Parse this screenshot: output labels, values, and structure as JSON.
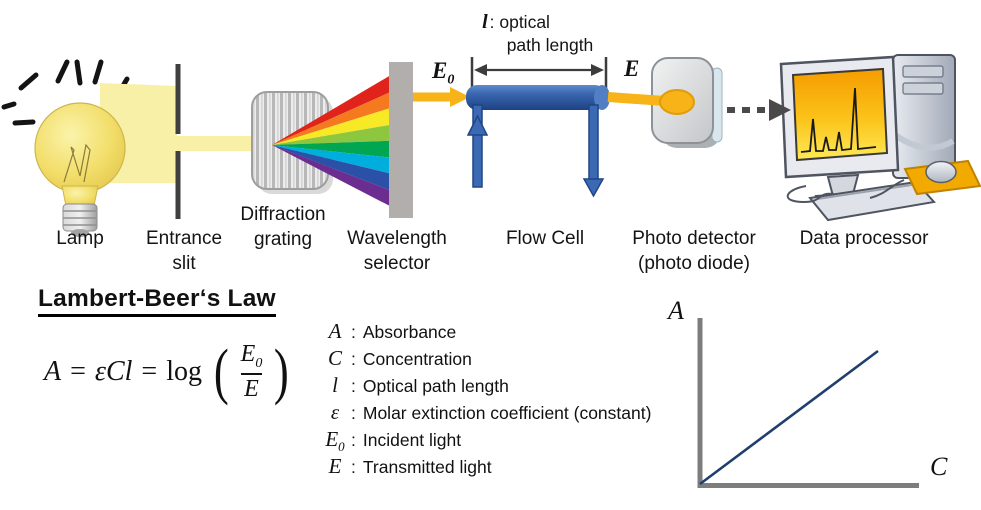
{
  "apparatus": {
    "labels": [
      {
        "line1": "Lamp",
        "line2": ""
      },
      {
        "line1": "Entrance",
        "line2": "slit"
      },
      {
        "line1": "Diffraction",
        "line2": "grating"
      },
      {
        "line1": "Wavelength",
        "line2": "selector"
      },
      {
        "line1": "Flow Cell",
        "line2": ""
      },
      {
        "line1": "Photo detector",
        "line2": "(photo diode)"
      },
      {
        "line1": "Data processor",
        "line2": ""
      }
    ],
    "incident_symbol": "E",
    "incident_sub": "0",
    "transmitted_symbol": "E",
    "path_length_symbol": "l",
    "path_length_line1": ": optical",
    "path_length_line2": "path length"
  },
  "law": {
    "heading": "Lambert-Beer‘s Law",
    "formula": {
      "lhs": "A",
      "equals": "=",
      "rhs1": "εCl",
      "log": "log",
      "open_paren": "(",
      "numerator": "E",
      "numerator_sub": "0",
      "denominator": "E",
      "close_paren": ")"
    },
    "legend": [
      {
        "symbol": "A",
        "sub": "",
        "sep": ":",
        "desc": "Absorbance"
      },
      {
        "symbol": "C",
        "sub": "",
        "sep": ":",
        "desc": "Concentration"
      },
      {
        "symbol": "l",
        "sub": "",
        "sep": ":",
        "desc": "Optical path length"
      },
      {
        "symbol": "ε",
        "sub": "",
        "sep": ":",
        "desc": "Molar extinction coefficient (constant)"
      },
      {
        "symbol": "E",
        "sub": "0",
        "sep": ":",
        "desc": "Incident light"
      },
      {
        "symbol": "E",
        "sub": "",
        "sep": ":",
        "desc": "Transmitted light"
      }
    ]
  },
  "graph": {
    "y_axis_label": "A",
    "x_axis_label": "C"
  },
  "chart_data": {
    "type": "line",
    "title": "Absorbance vs Concentration (Lambert-Beer law)",
    "xlabel": "C",
    "ylabel": "A",
    "series": [
      {
        "name": "A = εCl",
        "x": [
          0,
          1
        ],
        "y": [
          0,
          0.78
        ]
      }
    ],
    "axis_ticks": "none shown",
    "grid": false,
    "notes": "Straight line through the origin with constant positive slope"
  },
  "colors": {
    "gold_beam": "#F7B318",
    "pale_beam": "#F8F0A6",
    "flow_cell_blue": "#2A569E",
    "tube_blue": "#3B69B3",
    "selector_gray": "#B2AEAC",
    "plot_line_navy": "#1F3F6E",
    "axis_gray": "#7D7D7D",
    "screen_orange": "#F59C00",
    "mousepad_orange": "#F2A900",
    "rainbow": [
      "#E0241C",
      "#F4791F",
      "#F7E926",
      "#8DC63F",
      "#00A651",
      "#00AEDE",
      "#2B50A8",
      "#6B2D90"
    ]
  }
}
